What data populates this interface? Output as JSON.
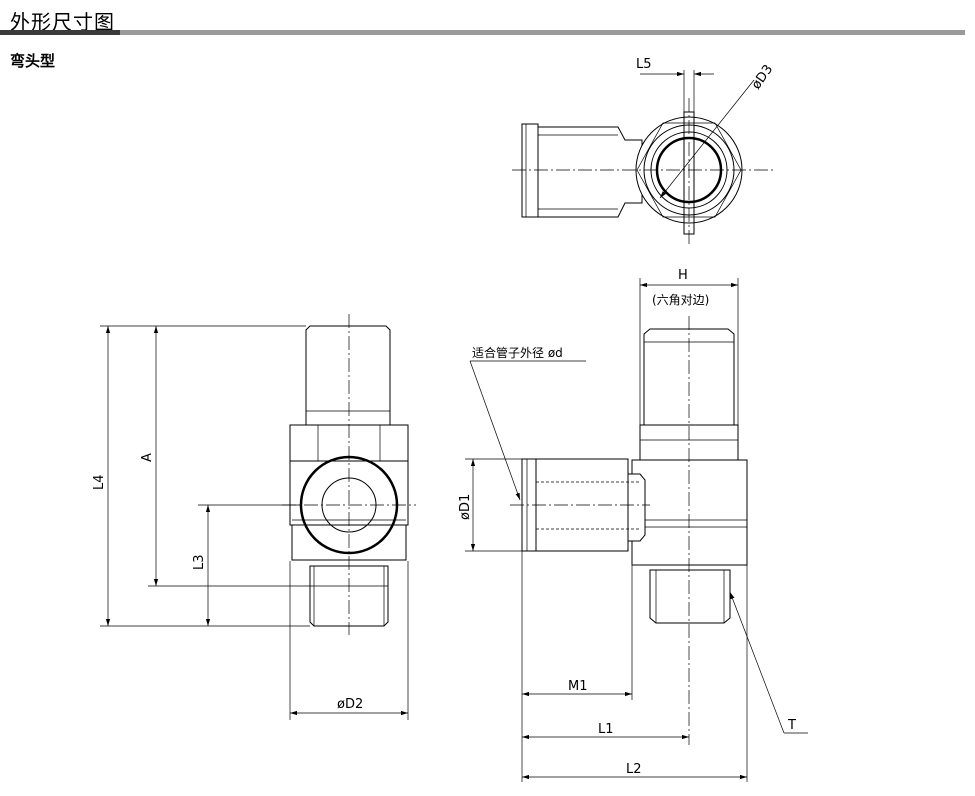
{
  "header": {
    "title": "外形尺寸图",
    "subtitle": "弯头型"
  },
  "dimensions": {
    "L5": "L5",
    "D3": "øD3",
    "H": "H",
    "H_note": "(六角对边)",
    "tube_note": "适合管子外径  ød",
    "A": "A",
    "L4": "L4",
    "L3": "L3",
    "D1": "øD1",
    "D2": "øD2",
    "M1": "M1",
    "L1": "L1",
    "L2": "L2",
    "T": "T"
  }
}
